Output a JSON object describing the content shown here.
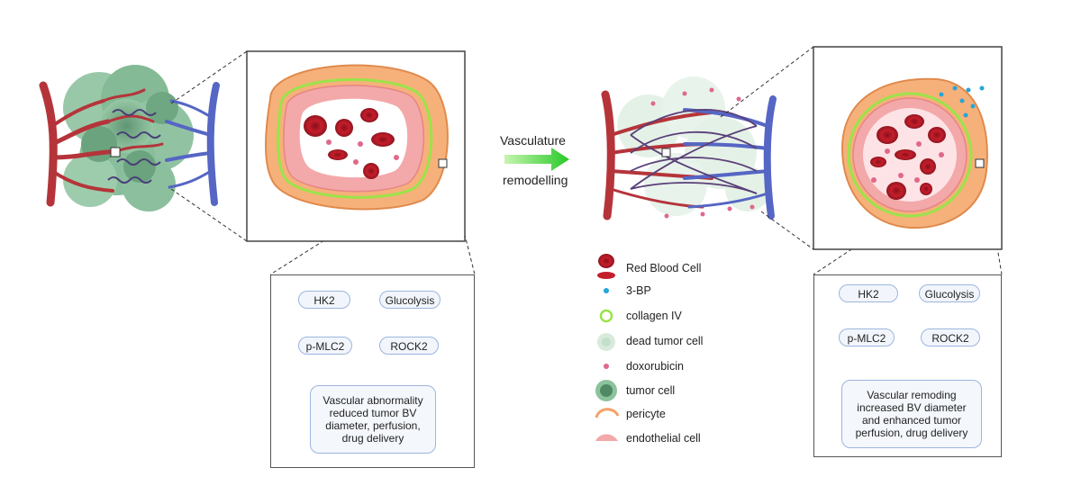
{
  "center": {
    "line1": "Vasculature",
    "line2": "remodelling"
  },
  "left_panel": {
    "pathway": {
      "hk2": "HK2",
      "glycolysis": "Glucolysis",
      "rock2": "ROCK2",
      "pmlc2": "p-MLC2"
    },
    "outcome": [
      "Vascular abnormality",
      "reduced tumor BV",
      "diameter,  perfusion,",
      "drug delivery"
    ],
    "arrow_color": "#e0151b"
  },
  "right_panel": {
    "pathway": {
      "hk2": "HK2",
      "glycolysis": "Glucolysis",
      "rock2": "ROCK2",
      "pmlc2": "p-MLC2"
    },
    "outcome": [
      "Vascular remoding",
      "increased BV diameter",
      "and enhanced tumor",
      "perfusion, drug delivery"
    ],
    "arrow_color": "#3ccc3c",
    "inhibitor_color": "#3a3ab8"
  },
  "legend": [
    {
      "icon": "red-blood-cell-icon",
      "label": "Red Blood Cell"
    },
    {
      "icon": "3bp-dot-icon",
      "label": "3-BP"
    },
    {
      "icon": "collagen-ring-icon",
      "label": "collagen IV"
    },
    {
      "icon": "dead-tumor-cell-icon",
      "label": "dead tumor cell"
    },
    {
      "icon": "doxorubicin-dot-icon",
      "label": "doxorubicin"
    },
    {
      "icon": "tumor-cell-icon",
      "label": "tumor cell"
    },
    {
      "icon": "pericyte-icon",
      "label": "pericyte"
    },
    {
      "icon": "endothelial-cell-icon",
      "label": "endothelial cell"
    }
  ],
  "colors": {
    "artery": "#b5343a",
    "vein": "#5566c4",
    "tumor": "#6aa47e",
    "endothelial": "#f3a8a9",
    "pericyte": "#f6b17a",
    "collagen": "#9be34a",
    "drug": "#e0688a",
    "bp3": "#26a4d8"
  }
}
